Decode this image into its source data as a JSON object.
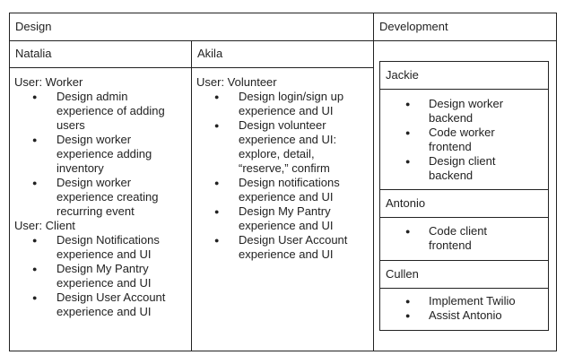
{
  "table": {
    "design_header": "Design",
    "development_header": "Development",
    "natalia": {
      "name": "Natalia",
      "sections": [
        {
          "title": "User: Worker",
          "items": [
            [
              "Design admin",
              "experience of adding",
              "users"
            ],
            [
              "Design worker",
              "experience adding",
              "inventory"
            ],
            [
              "Design worker",
              "experience creating",
              "recurring event"
            ]
          ]
        },
        {
          "title": "User: Client",
          "items": [
            [
              "Design Notifications",
              "experience and UI"
            ],
            [
              "Design My Pantry",
              "experience and UI"
            ],
            [
              "Design User Account",
              "experience and UI"
            ]
          ]
        }
      ]
    },
    "akila": {
      "name": "Akila",
      "sections": [
        {
          "title": "User: Volunteer",
          "items": [
            [
              "Design login/sign up",
              "experience and UI"
            ],
            [
              "Design volunteer",
              "experience and UI:",
              "explore, detail,",
              "“reserve,” confirm"
            ],
            [
              "Design notifications",
              "experience and UI"
            ],
            [
              "Design My Pantry",
              "experience and UI"
            ],
            [
              "Design User Account",
              "experience and UI"
            ]
          ]
        }
      ]
    },
    "development": {
      "jackie": {
        "name": "Jackie",
        "items": [
          [
            "Design worker",
            "backend"
          ],
          [
            "Code worker",
            "frontend"
          ],
          [
            "Design client",
            "backend"
          ]
        ]
      },
      "antonio": {
        "name": "Antonio",
        "items": [
          [
            "Code client",
            "frontend"
          ]
        ]
      },
      "cullen": {
        "name": "Cullen",
        "items": [
          [
            "Implement Twilio"
          ],
          [
            "Assist Antonio"
          ]
        ]
      }
    }
  }
}
